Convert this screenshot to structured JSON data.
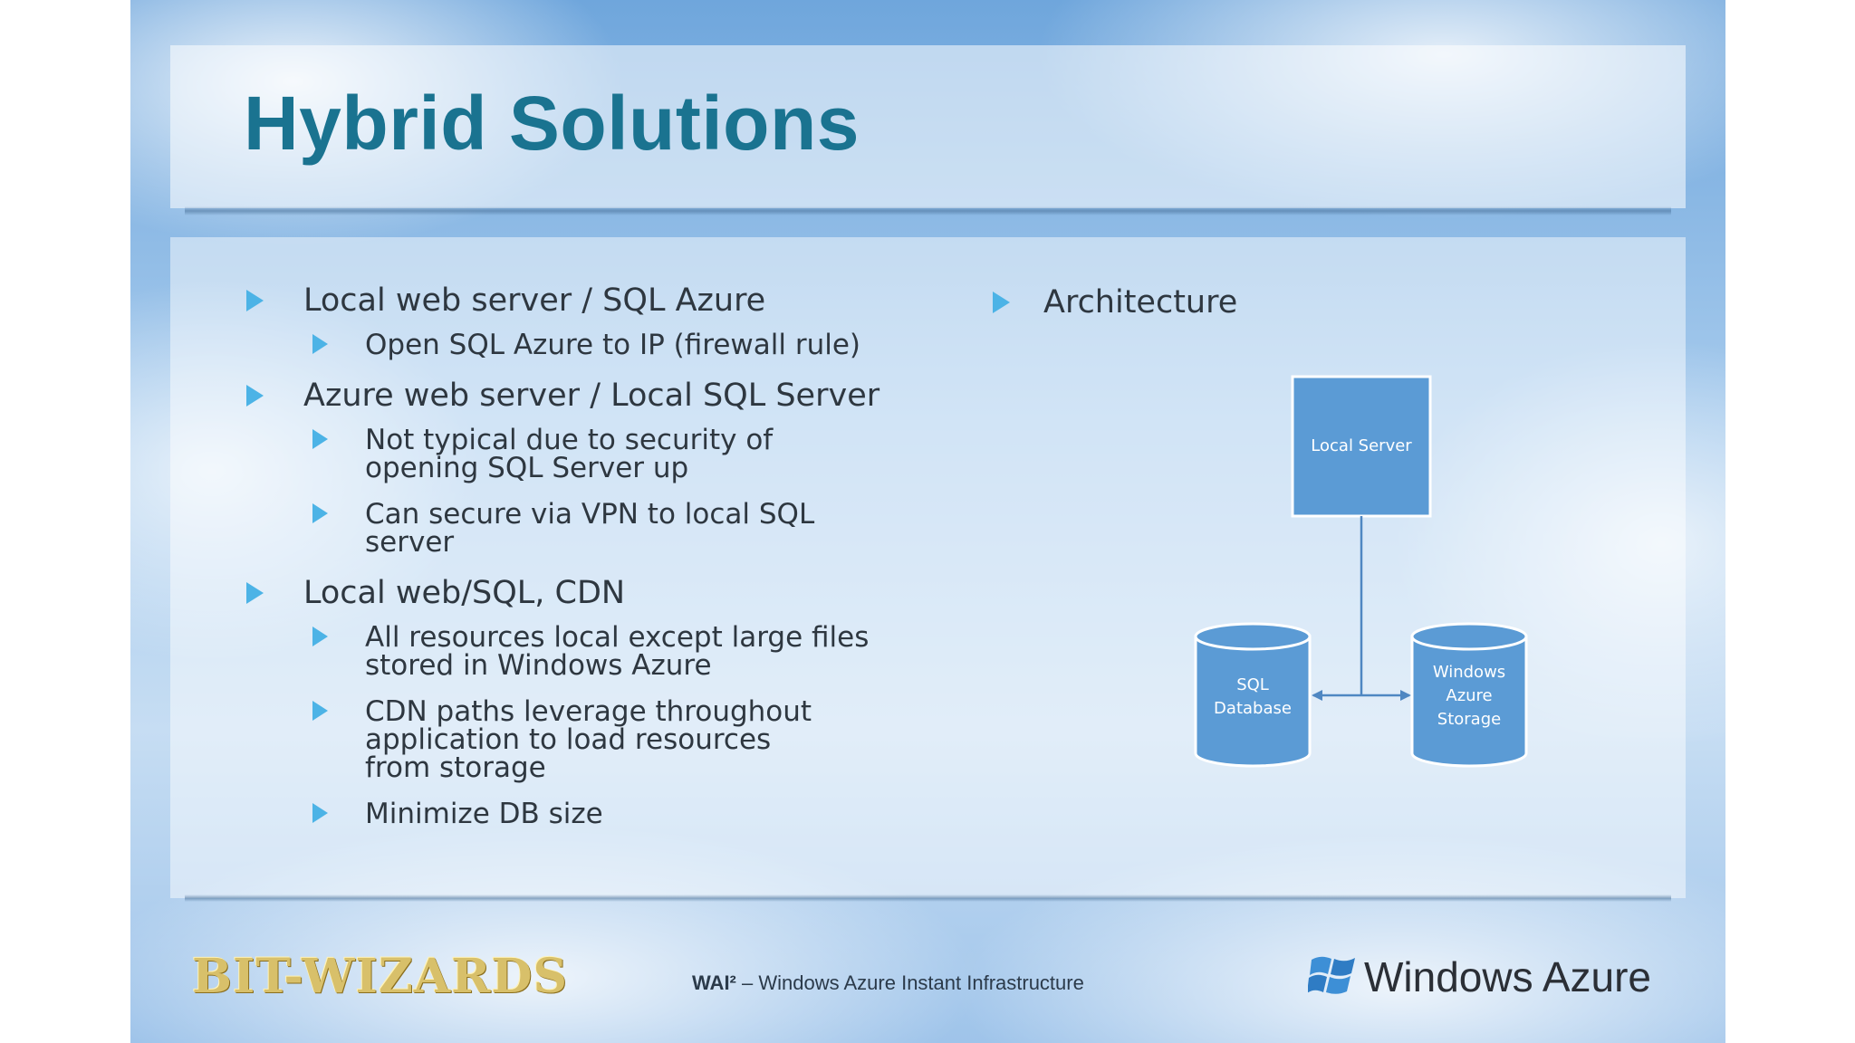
{
  "slide": {
    "title": "Hybrid Solutions",
    "bullets": [
      {
        "level": 1,
        "text": "Local web server / SQL Azure"
      },
      {
        "level": 2,
        "text": "Open SQL Azure to IP (firewall rule)"
      },
      {
        "level": 1,
        "text": "Azure web server / Local SQL Server"
      },
      {
        "level": 2,
        "text": "Not typical due to security of opening SQL Server up"
      },
      {
        "level": 2,
        "text": "Can secure via VPN to local SQL server"
      },
      {
        "level": 1,
        "text": "Local web/SQL, CDN"
      },
      {
        "level": 2,
        "text": "All resources local except large files stored in Windows Azure"
      },
      {
        "level": 2,
        "text": "CDN paths leverage throughout application to load resources from storage"
      },
      {
        "level": 2,
        "text": "Minimize DB size"
      }
    ],
    "architecture": {
      "heading": "Architecture",
      "nodes": {
        "local_server": "Local Server",
        "sql_database": "SQL Database",
        "azure_storage": "Windows Azure Storage"
      }
    },
    "footer": {
      "logo_text": "BIT-WIZARDS",
      "middle_brand": "WAI²",
      "middle_text": " – Windows Azure Instant Infrastructure",
      "right_brand": "Windows Azure"
    }
  },
  "colors": {
    "title": "#1a7390",
    "bullet_marker": "#4cb3e6",
    "diagram_fill": "#5b9bd5",
    "diagram_line": "#4f87c2"
  }
}
